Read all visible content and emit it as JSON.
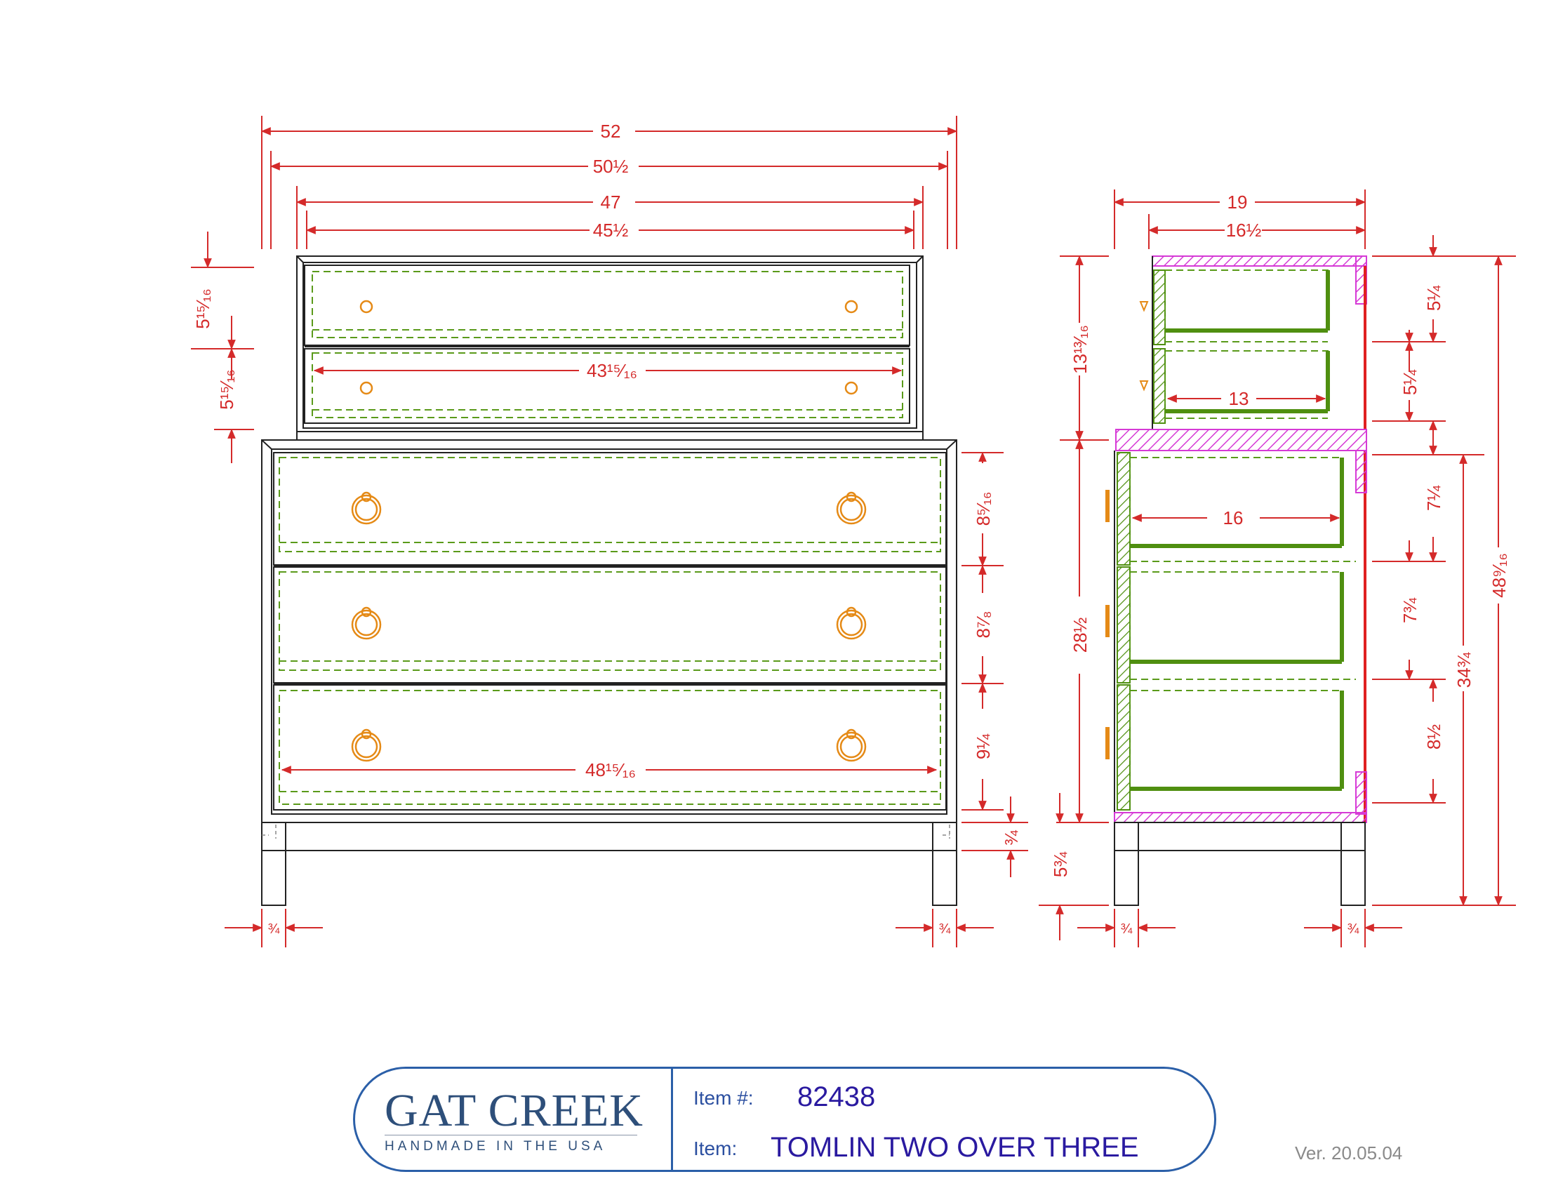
{
  "front_view": {
    "overall_width": "52",
    "top_width_a": "50½",
    "top_width_b": "47",
    "top_width_c": "45½",
    "upper_drawer_1_height": "5¹⁵⁄₁₆",
    "upper_drawer_2_height": "5¹⁵⁄₁₆",
    "upper_drawer_width": "43¹⁵⁄₁₆",
    "lower_drawer_1_height": "8⁵⁄₁₆",
    "lower_drawer_2_height": "8⁷⁄₈",
    "lower_drawer_3_height": "9¼",
    "lower_drawer_width": "48¹⁵⁄₁₆",
    "apron_height": "¾",
    "left_leg_width": "¾",
    "right_leg_width": "¾"
  },
  "side_view": {
    "overall_depth": "19",
    "upper_depth": "16½",
    "upper_case_height": "13¹³⁄₁₆",
    "lower_case_height": "28½",
    "leg_height": "5¾",
    "upper_drawer_1_height": "5¼",
    "upper_drawer_2_height": "5¼",
    "upper_drawer_depth": "13",
    "lower_drawer_depth": "16",
    "lower_drawer_1_height": "7¼",
    "lower_drawer_2_height": "7¾",
    "lower_drawer_3_height": "8½",
    "case_height_to_floor": "34¾",
    "overall_height": "48⁹⁄₁₆",
    "left_leg_width": "¾",
    "right_leg_width": "¾"
  },
  "title_block": {
    "brand_name": "GAT CREEK",
    "brand_tagline": "HANDMADE IN THE USA",
    "item_number_label": "Item #:",
    "item_number": "82438",
    "item_label": "Item:",
    "item_name": "TOMLIN TWO OVER THREE"
  },
  "version": "Ver. 20.05.04",
  "colors": {
    "dimension_red": "#d42a2a",
    "drawer_green": "#5a9a1a",
    "section_magenta": "#d63ad6",
    "hardware_orange": "#e58a16",
    "title_blue": "#2b5fa8"
  }
}
